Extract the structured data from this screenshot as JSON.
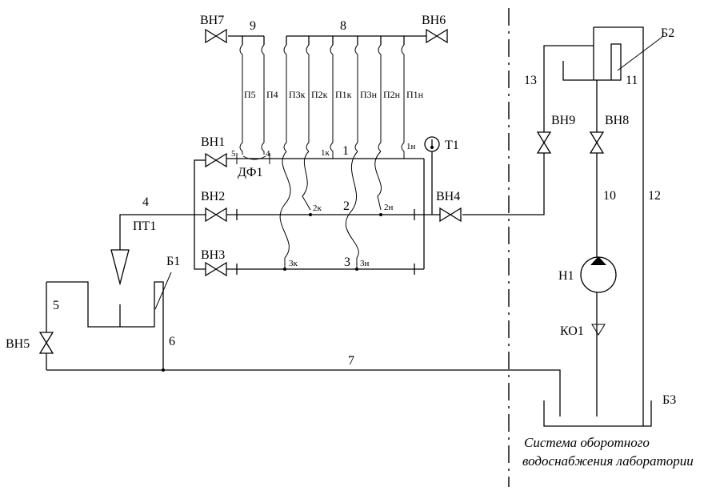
{
  "valves": {
    "vn1": "ВН1",
    "vn2": "ВН2",
    "vn3": "ВН3",
    "vn4": "ВН4",
    "vn5": "ВН5",
    "vn6": "ВН6",
    "vn7": "ВН7",
    "vn8": "ВН8",
    "vn9": "ВН9"
  },
  "pipes": {
    "p1": "1",
    "p2": "2",
    "p3": "3",
    "p4": "4",
    "p5": "5",
    "p6": "6",
    "p7": "7",
    "p8": "8",
    "p9": "9",
    "p10": "10",
    "p11": "11",
    "p12": "12",
    "p13": "13"
  },
  "gauges": {
    "p5": "П5",
    "p4": "П4",
    "p3k": "П3к",
    "p2k": "П2к",
    "p1k": "П1к",
    "p3n": "П3н",
    "p2n": "П2н",
    "p1n": "П1н"
  },
  "taps": {
    "t5": "5",
    "t4": "4",
    "t1k": "1к",
    "t1n": "1н",
    "t2k": "2к",
    "t2n": "2н",
    "t3k": "3к",
    "t3n": "3н"
  },
  "devices": {
    "df1": "ДФ1",
    "pt1": "ПТ1",
    "t1": "Т1",
    "n1": "Н1",
    "ko1": "КО1",
    "b1": "Б1",
    "b2": "Б2",
    "b3": "Б3"
  },
  "caption": {
    "line1": "Система оборотного",
    "line2": "водоснабжения лаборатории"
  }
}
